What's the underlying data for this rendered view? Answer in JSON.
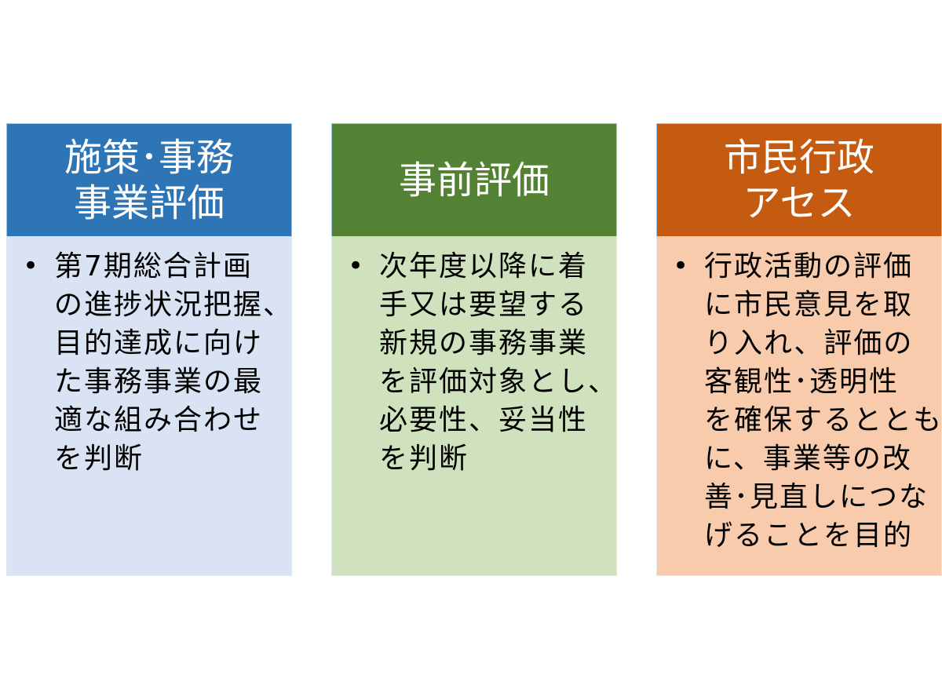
{
  "cards": [
    {
      "title_lines": [
        "施策･事務",
        "事業評価"
      ],
      "header_color": "#2e75b6",
      "body_color": "#dae3f3",
      "bullet": "•",
      "body_lines": [
        "第7期総合計画",
        "の進捗状況把握、",
        "目的達成に向け",
        "た事務事業の最",
        "適な組み合わせ",
        "を判断"
      ]
    },
    {
      "title_lines": [
        "事前評価"
      ],
      "header_color": "#548235",
      "body_color": "#cfe2bd",
      "bullet": "•",
      "body_lines": [
        "次年度以降に着",
        "手又は要望する",
        "新規の事務事業",
        "を評価対象とし、",
        "必要性、妥当性",
        "を判断"
      ]
    },
    {
      "title_lines": [
        "市民行政",
        "アセス"
      ],
      "header_color": "#c55a11",
      "body_color": "#f8cbad",
      "bullet": "•",
      "body_lines": [
        "行政活動の評価",
        "に市民意見を取",
        "り入れ、評価の",
        "客観性･透明性",
        "を確保するととも",
        "に、事業等の改",
        "善･見直しにつな",
        "げることを目的"
      ]
    }
  ]
}
